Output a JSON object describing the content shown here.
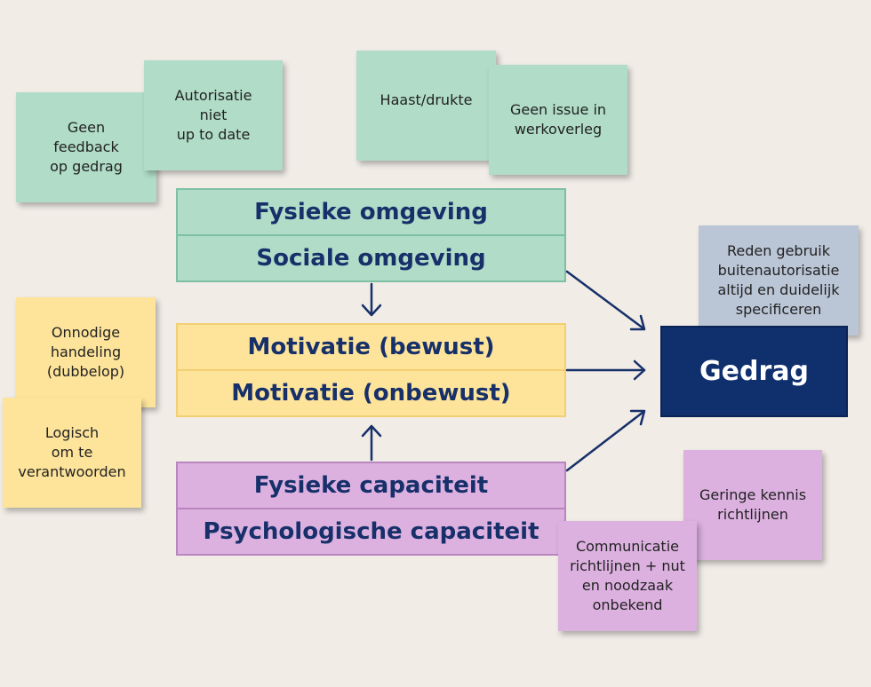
{
  "notes": {
    "geen_feedback": "Geen\nfeedback\nop gedrag",
    "autorisatie": "Autorisatie\nniet\nup to date",
    "haast": "Haast/drukte",
    "geen_issue": "Geen issue in\nwerkoverleg",
    "onnodige": "Onnodige\nhandeling\n(dubbelop)",
    "logisch": "Logisch\nom te\nverantwoorden",
    "reden": "Reden gebruik\nbuitenautorisatie\naltijd en duidelijk\nspecificeren",
    "geringe": "Geringe kennis\nrichtlijnen",
    "communicatie": "Communicatie\nrichtlijnen + nut\nen noodzaak\nonbekend"
  },
  "bands": {
    "fysieke_omgeving": "Fysieke omgeving",
    "sociale_omgeving": "Sociale omgeving",
    "motivatie_bewust": "Motivatie (bewust)",
    "motivatie_onbewust": "Motivatie (onbewust)",
    "fysieke_capaciteit": "Fysieke capaciteit",
    "psychologische_capaciteit": "Psychologische capaciteit"
  },
  "gedrag": "Gedrag",
  "colors": {
    "background": "#f1ece6",
    "green": "#b0dcc8",
    "yellow": "#fde49a",
    "purple": "#dcb1e0",
    "blue_grey": "#bac5d6",
    "navy": "#0f2f6d",
    "band_text": "#17306a"
  }
}
